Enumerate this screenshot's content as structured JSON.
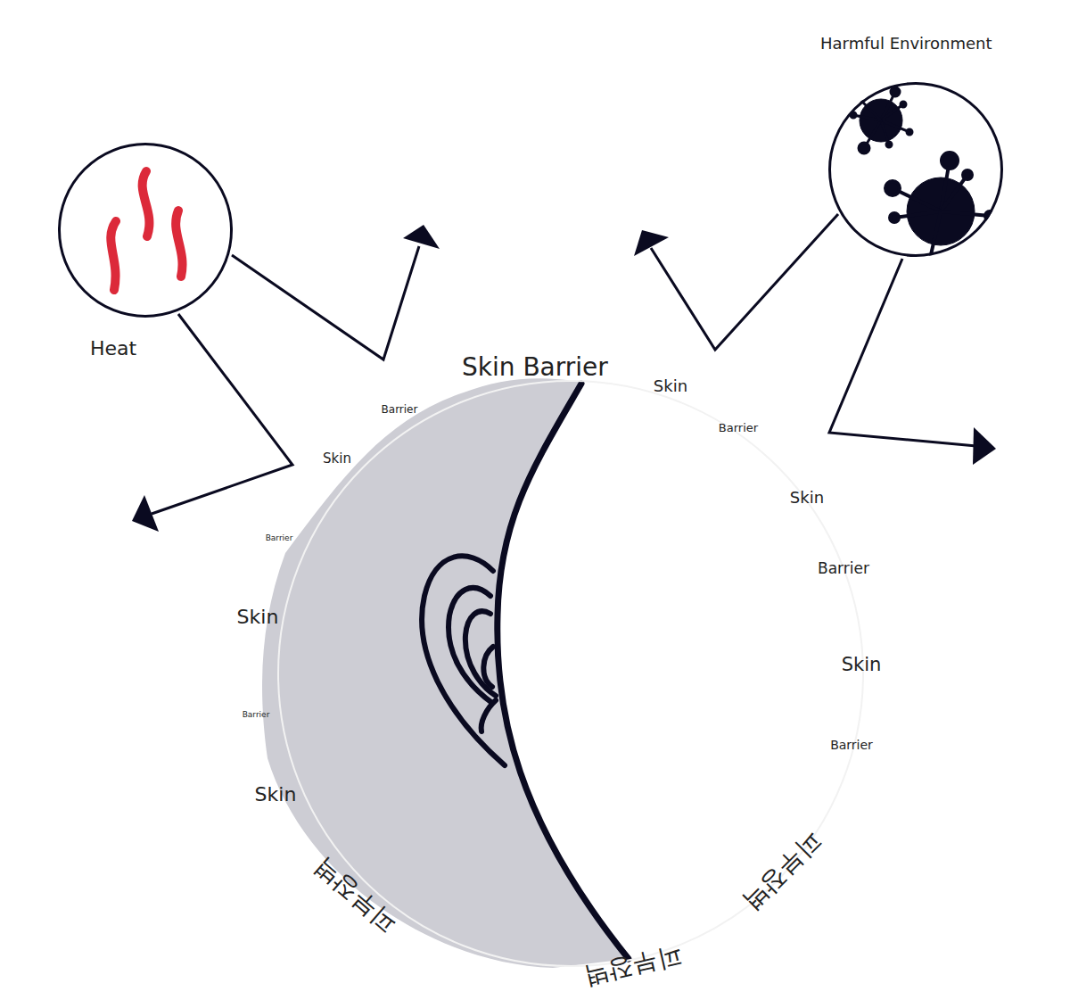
{
  "diagram": {
    "nodes": [
      {
        "text": [
          "Heat"
        ]
      },
      {
        "text": [
          "Harmful Environment"
        ]
      },
      {
        "text": [
          "Skin Barrier"
        ]
      }
    ],
    "labels": [
      "Barrier",
      "Skin",
      "Barrier",
      "Skin",
      "Barrier",
      "Skin",
      "Skin",
      "Barrier",
      "Skin",
      "Barrier",
      "Skin",
      "Barrier",
      "피부장벽",
      "피부장벽",
      "피부장벽"
    ]
  }
}
